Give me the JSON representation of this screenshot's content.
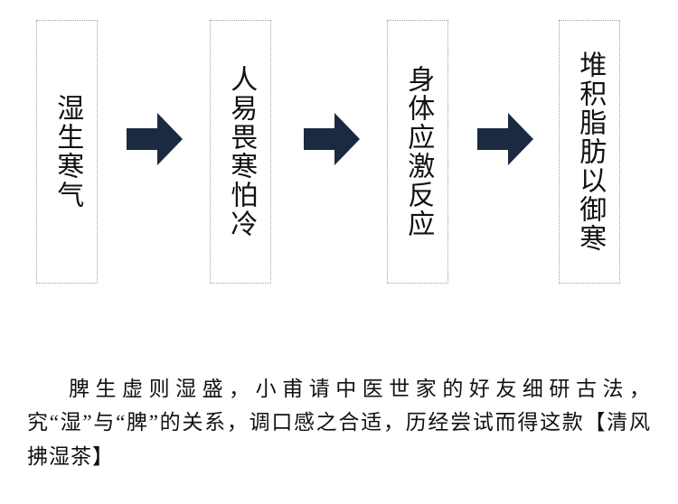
{
  "diagram": {
    "type": "flow",
    "orientation": "left-to-right",
    "accent_color": "#1b2a41",
    "node_border_color": "#9aa0a6",
    "nodes": [
      {
        "id": "node-1",
        "text": "湿生寒气"
      },
      {
        "id": "node-2",
        "text": "人易畏寒怕冷"
      },
      {
        "id": "node-3",
        "text": "身体应激反应"
      },
      {
        "id": "node-4",
        "text": "堆积脂肪以御寒"
      }
    ],
    "arrows": [
      {
        "id": "arrow-1",
        "from": "node-1",
        "to": "node-2",
        "glyph": "right-arrow-icon"
      },
      {
        "id": "arrow-2",
        "from": "node-2",
        "to": "node-3",
        "glyph": "right-arrow-icon"
      },
      {
        "id": "arrow-3",
        "from": "node-3",
        "to": "node-4",
        "glyph": "right-arrow-icon"
      }
    ]
  },
  "caption": {
    "text": "脾生虚则湿盛，小甫请中医世家的好友细研古法，究“湿”与“脾”的关系，调口感之合适，历经尝试而得这款【清风拂湿茶】"
  }
}
